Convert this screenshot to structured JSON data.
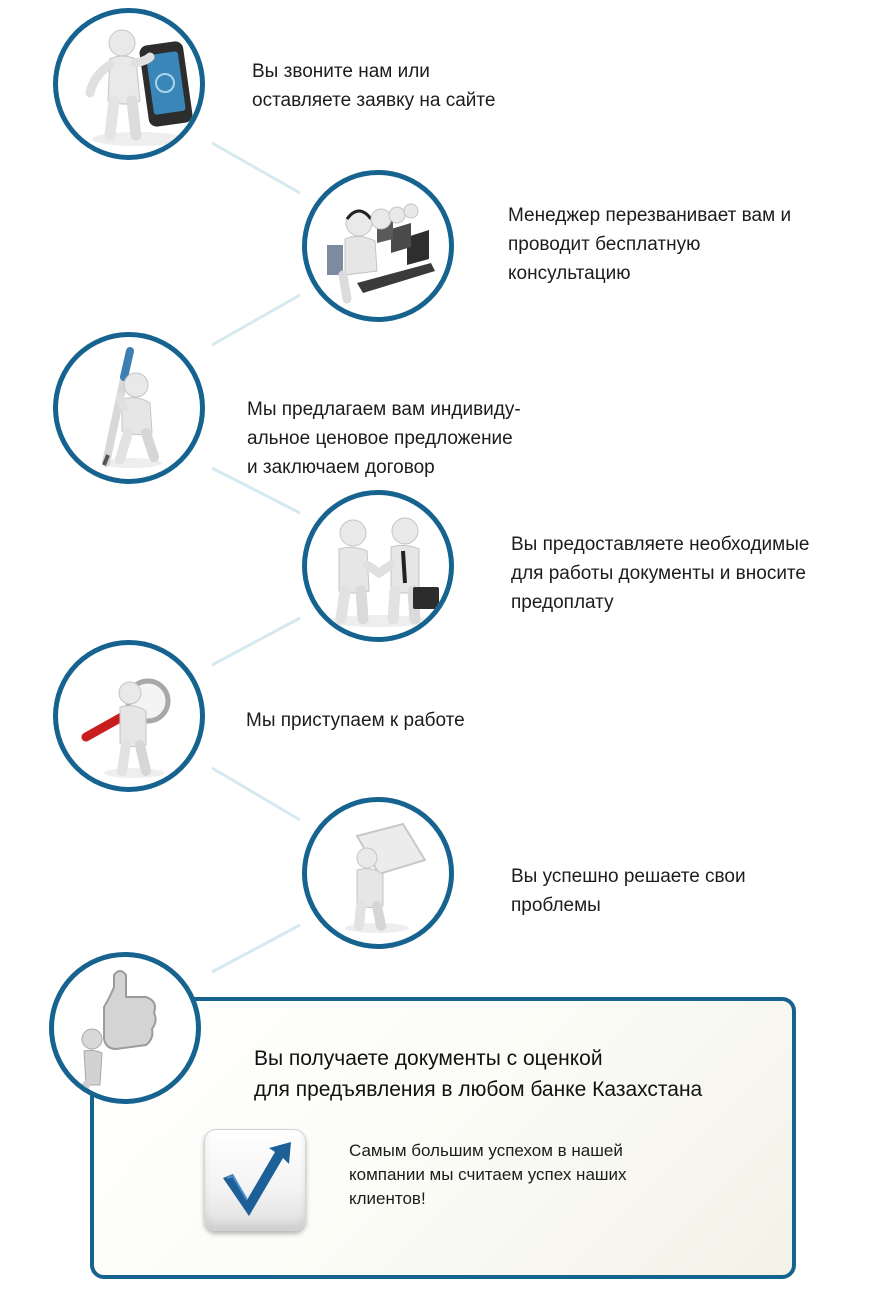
{
  "colors": {
    "accent": "#17638f",
    "connector": "#d7e8f1",
    "figure": "#e9e9e9",
    "figure_shade": "#bdbdbd"
  },
  "steps": [
    {
      "icon": "phone-figure-icon",
      "lines": [
        "Вы звоните нам или",
        "оставляете заявку на сайте"
      ]
    },
    {
      "icon": "call-center-icon",
      "lines": [
        "Менеджер перезванивает вам и",
        "проводит бесплатную",
        "консультацию"
      ]
    },
    {
      "icon": "pen-figure-icon",
      "lines": [
        "Мы предлагаем вам индивиду-",
        "альное ценовое предложение",
        "и заключаем договор"
      ]
    },
    {
      "icon": "handshake-icon",
      "lines": [
        "Вы предоставляете необходимые",
        "для работы документы и вносите",
        "предоплату"
      ]
    },
    {
      "icon": "magnifier-figure-icon",
      "lines": [
        "Мы приступаем к работе"
      ]
    },
    {
      "icon": "paper-figure-icon",
      "lines": [
        "Вы успешно решаете свои",
        "проблемы"
      ]
    }
  ],
  "final": {
    "icon": "thumbs-up-figure-icon",
    "title_lines": [
      "Вы получаете документы с оценкой",
      "для предъявления в любом банке Казахстана"
    ],
    "check_icon": "checkmark-icon",
    "note_lines": [
      "Самым большим успехом в нашей",
      "компании мы считаем успех наших",
      "клиентов!"
    ]
  }
}
